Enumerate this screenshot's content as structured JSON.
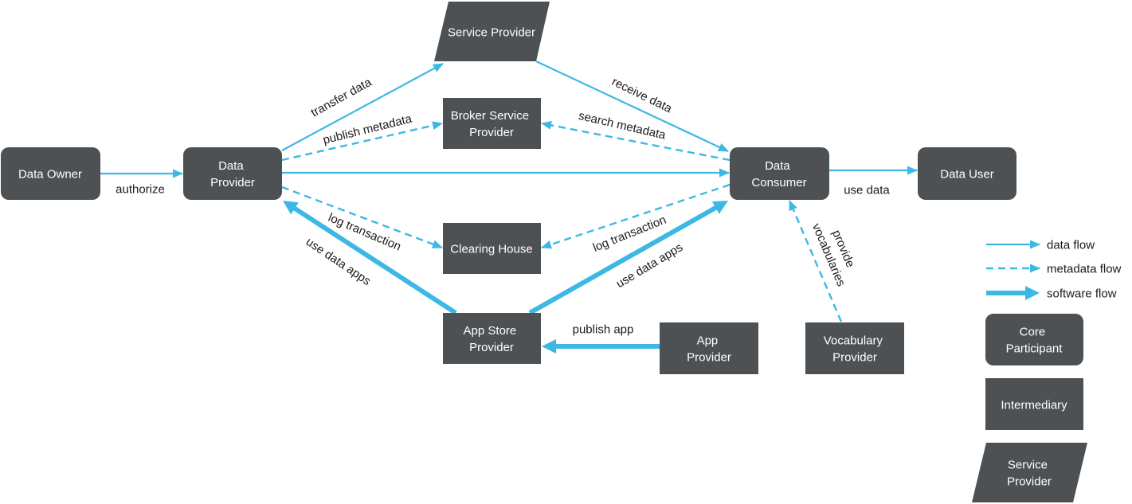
{
  "colors": {
    "node_fill": "#4d5153",
    "node_text": "#ffffff",
    "flow": "#3db8e4",
    "label_text": "#1b1b1b",
    "background": "#ffffff"
  },
  "core_participants": {
    "data_owner": [
      "Data Owner"
    ],
    "data_provider": [
      "Data",
      "Provider"
    ],
    "data_consumer": [
      "Data",
      "Consumer"
    ],
    "data_user": [
      "Data User"
    ]
  },
  "intermediaries": {
    "broker_service_provider": [
      "Broker Service",
      "Provider"
    ],
    "clearing_house": [
      "Clearing House"
    ],
    "app_store_provider": [
      "App Store",
      "Provider"
    ],
    "app_provider": [
      "App",
      "Provider"
    ],
    "vocabulary_provider": [
      "Vocabulary",
      "Provider"
    ]
  },
  "service_providers": {
    "service_provider": [
      "Service Provider"
    ]
  },
  "data_flows": {
    "owner_to_provider": "authorize",
    "provider_to_service_provider": "transfer data",
    "service_provider_to_consumer": "receive data",
    "consumer_to_user": "use data"
  },
  "metadata_flows": {
    "provider_to_broker": "publish metadata",
    "consumer_to_broker": "search metadata",
    "provider_to_clearing_house": "log transaction",
    "consumer_to_clearing_house": "log transaction",
    "vocabulary_to_consumer": [
      "provide",
      "vocabularies"
    ]
  },
  "software_flows": {
    "app_store_to_provider": "use data apps",
    "app_store_to_consumer": "use data apps",
    "app_provider_to_app_store": "publish app"
  },
  "legend": {
    "data_flow": "data flow",
    "metadata_flow": "metadata flow",
    "software_flow": "software flow",
    "core_participant": [
      "Core",
      "Participant"
    ],
    "intermediary": [
      "Intermediary"
    ],
    "service_provider": [
      "Service",
      "Provider"
    ]
  }
}
